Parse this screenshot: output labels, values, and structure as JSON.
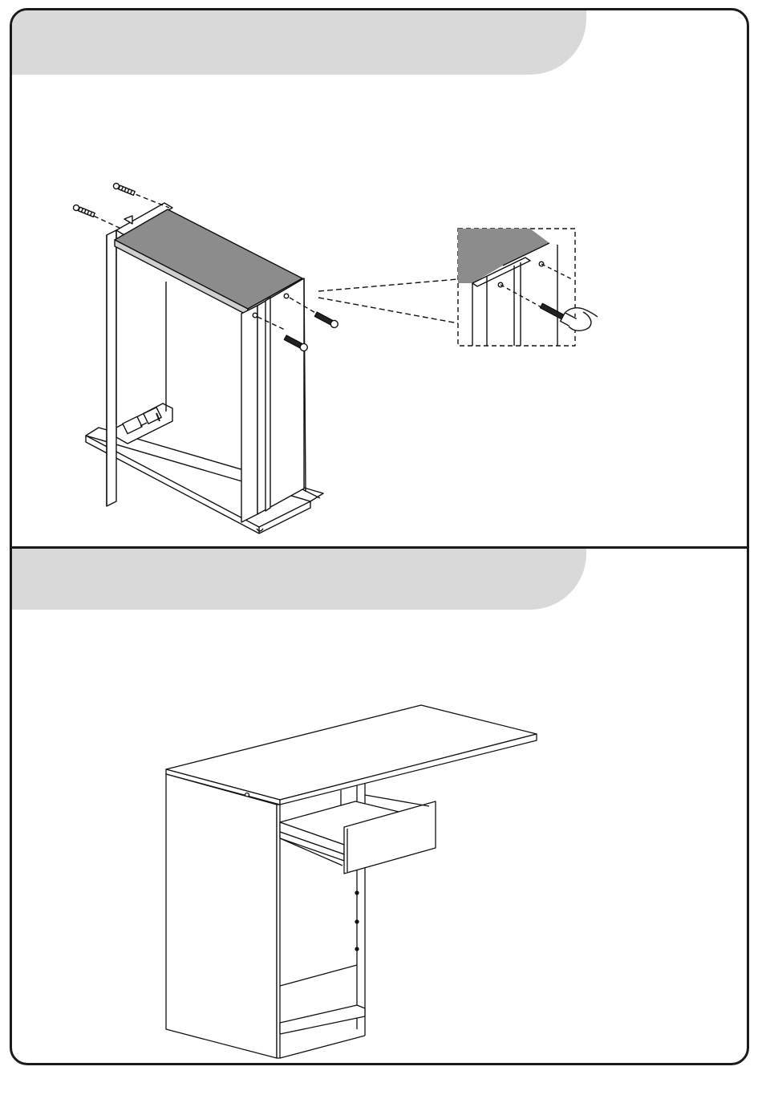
{
  "steps": [
    {
      "label": ""
    },
    {
      "label": ""
    }
  ],
  "icons": {
    "step1": "cabinet-assembly-drawing",
    "detail": "screw-insertion-detail",
    "step2": "finished-desk-drawing"
  }
}
